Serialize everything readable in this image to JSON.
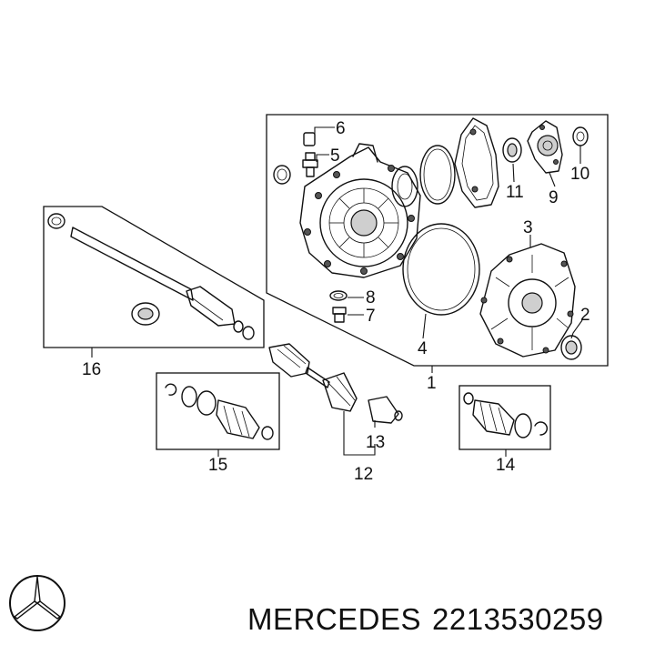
{
  "caption": {
    "brand": "MERCEDES",
    "part_number": "2213530259"
  },
  "callouts": [
    "1",
    "2",
    "3",
    "4",
    "5",
    "6",
    "7",
    "8",
    "9",
    "10",
    "11",
    "12",
    "13",
    "14",
    "15",
    "16"
  ],
  "colors": {
    "line": "#111111",
    "background": "#ffffff"
  },
  "logo_icon": "mercedes-star-icon"
}
